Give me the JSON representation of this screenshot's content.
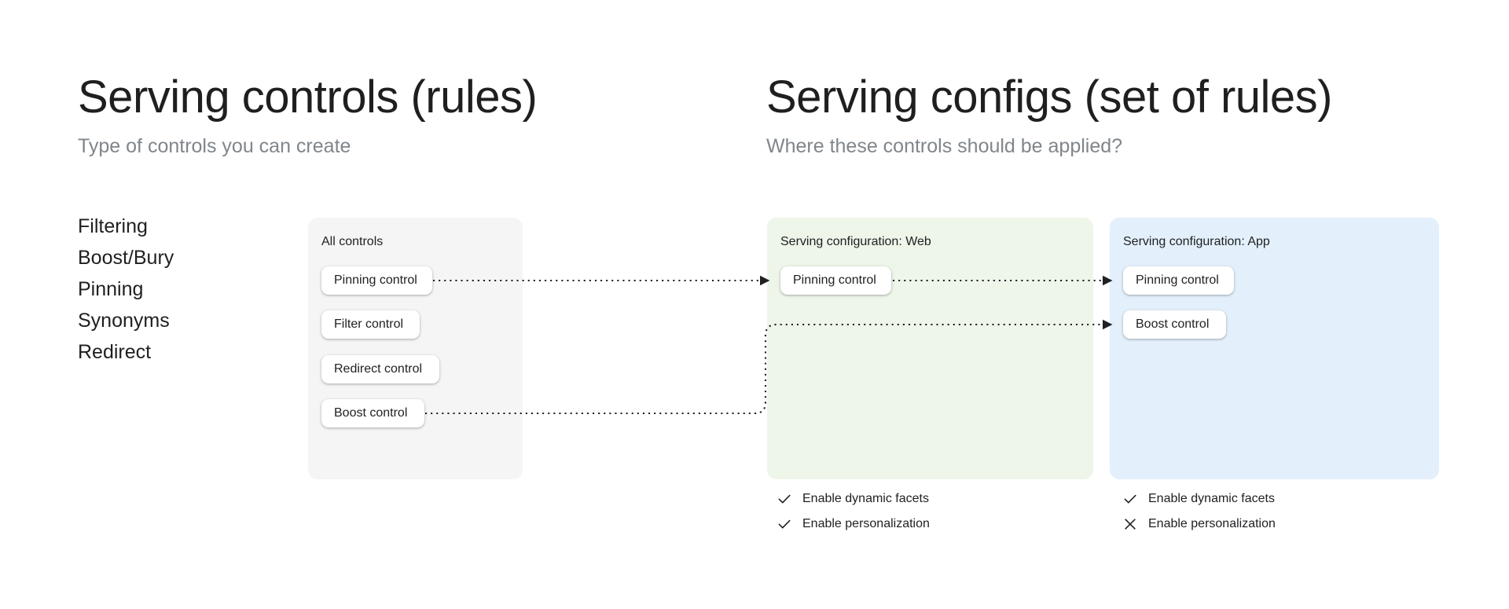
{
  "columns": {
    "left": {
      "title": "Serving controls (rules)",
      "subtitle": "Type of controls you can create"
    },
    "right": {
      "title": "Serving configs (set of rules)",
      "subtitle": "Where these controls should be applied?"
    }
  },
  "control_types": [
    {
      "label": "Filtering"
    },
    {
      "label": "Boost/Bury"
    },
    {
      "label": "Pinning"
    },
    {
      "label": "Synonyms"
    },
    {
      "label": "Redirect"
    }
  ],
  "panels": {
    "all_controls": {
      "title": "All controls",
      "bg_color": "#f5f5f5",
      "chips": [
        {
          "label": "Pinning control"
        },
        {
          "label": "Filter control"
        },
        {
          "label": "Redirect control"
        },
        {
          "label": "Boost control"
        }
      ]
    },
    "web": {
      "title": "Serving configuration: Web",
      "bg_color": "#eef5e9",
      "chips": [
        {
          "label": "Pinning control"
        }
      ],
      "features": [
        {
          "label": "Enable dynamic facets",
          "icon": "check-icon",
          "enabled": true
        },
        {
          "label": "Enable personalization",
          "icon": "check-icon",
          "enabled": true
        }
      ]
    },
    "app": {
      "title": "Serving configuration: App",
      "bg_color": "#e3f0fb",
      "chips": [
        {
          "label": "Pinning control"
        },
        {
          "label": "Boost control"
        }
      ],
      "features": [
        {
          "label": "Enable dynamic facets",
          "icon": "check-icon",
          "enabled": true
        },
        {
          "label": "Enable personalization",
          "icon": "cross-icon",
          "enabled": false
        }
      ]
    }
  },
  "connections": [
    {
      "from": "all-controls.pinning-control",
      "to": "web.pinning-control",
      "style": "dotted-arrow"
    },
    {
      "from": "web.pinning-control",
      "to": "app.pinning-control",
      "style": "dotted-arrow"
    },
    {
      "from": "all-controls.boost-control",
      "to": "app.boost-control",
      "style": "dotted-arrow"
    }
  ],
  "colors": {
    "text_primary": "#1f1f1f",
    "text_secondary": "#80868b",
    "arrow": "#202124",
    "panel_gray": "#f5f5f5",
    "panel_green": "#eef5e9",
    "panel_blue": "#e3f0fb"
  }
}
